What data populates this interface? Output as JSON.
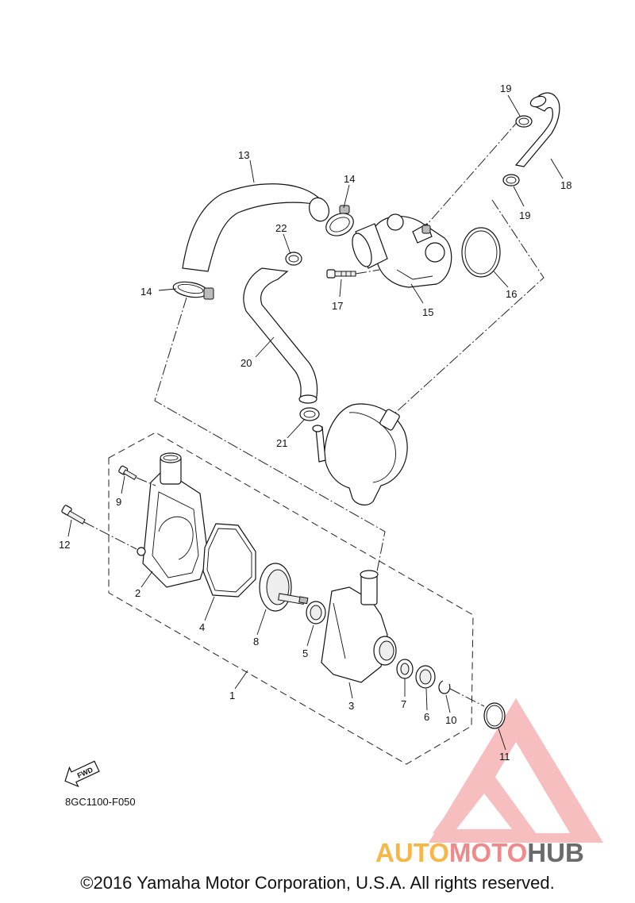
{
  "diagram": {
    "labels": {
      "p1": "1",
      "p2": "2",
      "p3": "3",
      "p4": "4",
      "p5": "5",
      "p6": "6",
      "p7": "7",
      "p8": "8",
      "p9": "9",
      "p10": "10",
      "p11": "11",
      "p12": "12",
      "p13": "13",
      "p14a": "14",
      "p14b": "14",
      "p15": "15",
      "p16": "16",
      "p17": "17",
      "p18": "18",
      "p19a": "19",
      "p19b": "19",
      "p20": "20",
      "p21": "21",
      "p22": "22"
    },
    "code": "8GC1100-F050",
    "fwd": "FWD"
  },
  "watermark": {
    "part1": "AUTO",
    "part2": "MOTO",
    "part3": "HUB",
    "colors": {
      "auto": "#f5b64a",
      "moto": "#f08a8a",
      "hub": "#6b6b6b",
      "logo": "#f08a8a"
    }
  },
  "footer": {
    "copyright": "©2016 Yamaha Motor Corporation, U.S.A. All rights reserved."
  }
}
